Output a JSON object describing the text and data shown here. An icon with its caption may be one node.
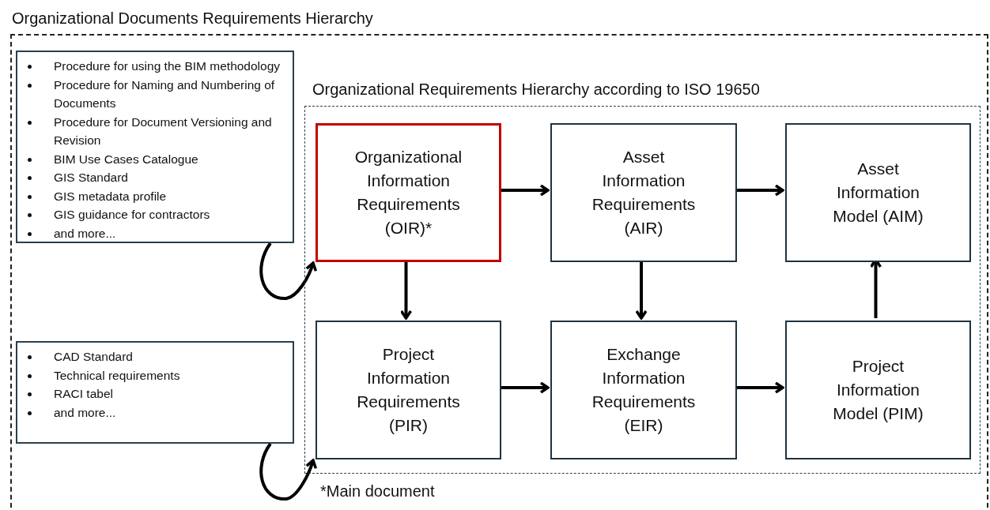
{
  "diagram": {
    "nodes": [
      {
        "text": [
          "Organizational Documents Requirements Hierarchy"
        ]
      },
      {
        "text": [
          "Procedure for using the BIM methodology",
          "Procedure for Naming and Numbering of Documents",
          "Procedure for Document Versioning and Revision",
          "BIM Use Cases Catalogue",
          "GIS Standard",
          "GIS metadata profile",
          "GIS guidance for contractors",
          "and more..."
        ],
        "in": 0
      },
      {
        "text": [
          "Organizational Requirements Hierarchy according to ISO 19650"
        ],
        "in": 0
      },
      {
        "text": [
          "Organizational Information Requirements (OIR)*"
        ],
        "in": 2
      },
      {
        "text": [
          "Asset Information Requirements (AIR)"
        ],
        "in": 2
      },
      {
        "text": [
          "Asset Information Model (AIM)"
        ],
        "in": 2
      },
      {
        "text": [
          "Project Information Requirements (PIR)"
        ],
        "in": 2
      },
      {
        "text": [
          "Exchange Information Requirements (EIR)"
        ],
        "in": 2
      },
      {
        "text": [
          "Project Information Model (PIM)"
        ],
        "in": 2
      },
      {
        "text": [
          "CAD Standard",
          "Technical requirements",
          "RACI tabel",
          "and more..."
        ],
        "in": 0
      }
    ],
    "edges": [
      {
        "from": 3,
        "to": 4,
        "arrow": "to"
      },
      {
        "from": 4,
        "to": 5,
        "arrow": "to"
      },
      {
        "from": 3,
        "to": 6,
        "arrow": "to"
      },
      {
        "from": 4,
        "to": 7,
        "arrow": "to"
      },
      {
        "from": 6,
        "to": 7,
        "arrow": "to"
      },
      {
        "from": 7,
        "to": 8,
        "arrow": "to"
      },
      {
        "from": 8,
        "to": 5,
        "arrow": "to"
      },
      {
        "from": 1,
        "to": 3,
        "arrow": "to"
      },
      {
        "from": 9,
        "to": 6,
        "arrow": "to"
      }
    ],
    "labels": [
      "*Main document"
    ]
  }
}
